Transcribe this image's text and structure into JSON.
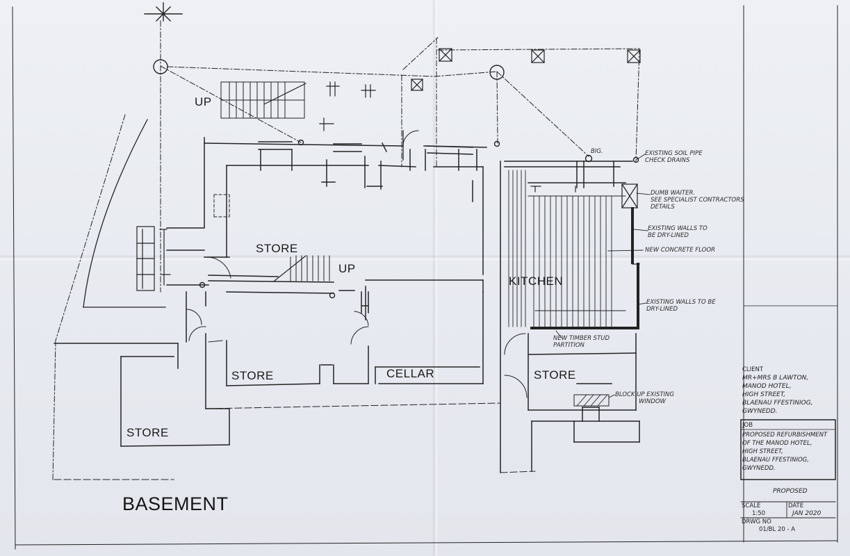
{
  "drawing": {
    "title": "BASEMENT",
    "rooms": [
      {
        "key": "store_upper",
        "label": "STORE"
      },
      {
        "key": "kitchen",
        "label": "KITCHEN"
      },
      {
        "key": "store_left",
        "label": "STORE"
      },
      {
        "key": "cellar",
        "label": "CELLAR"
      },
      {
        "key": "store_right",
        "label": "STORE"
      },
      {
        "key": "store_bottom",
        "label": "STORE"
      }
    ],
    "stairs": [
      {
        "key": "stair_top",
        "label": "UP"
      },
      {
        "key": "stair_mid",
        "label": "UP"
      }
    ],
    "annotations": {
      "big": "BIG.",
      "soil_pipe": [
        "EXISTING SOIL PIPE",
        "CHECK DRAINS"
      ],
      "dumb_waiter": [
        "DUMB WAITER.",
        "SEE SPECIALIST CONTRACTORS",
        "DETAILS"
      ],
      "walls_dry_lined_1": [
        "EXISTING WALLS TO",
        "BE DRY-LINED"
      ],
      "concrete_floor": [
        "NEW CONCRETE FLOOR"
      ],
      "walls_dry_lined_2": [
        "EXISTING WALLS TO BE",
        "DRY-LINED"
      ],
      "stud_partition": [
        "NEW TIMBER STUD",
        "PARTITION"
      ],
      "block_up": [
        "BLOCK UP EXISTING",
        "WINDOW"
      ]
    }
  },
  "title_block": {
    "client_label": "CLIENT",
    "client_lines": [
      "MR+MRS B LAWTON,",
      "MANOD HOTEL,",
      "HIGH STREET,",
      "BLAENAU FFESTINIOG,",
      "GWYNEDD."
    ],
    "job_label": "JOB",
    "job_lines": [
      "PROPOSED REFURBISHMENT",
      "OF THE MANOD HOTEL,",
      "HIGH STREET,",
      "BLAENAU FFESTINIOG,",
      "GWYNEDD."
    ],
    "status": "PROPOSED",
    "scale_label": "SCALE",
    "scale_value": "1:50",
    "date_label": "DATE",
    "date_value": "JAN 2020",
    "drwg_label": "DRWG NO",
    "drwg_value": "01/BL 20 - A"
  }
}
